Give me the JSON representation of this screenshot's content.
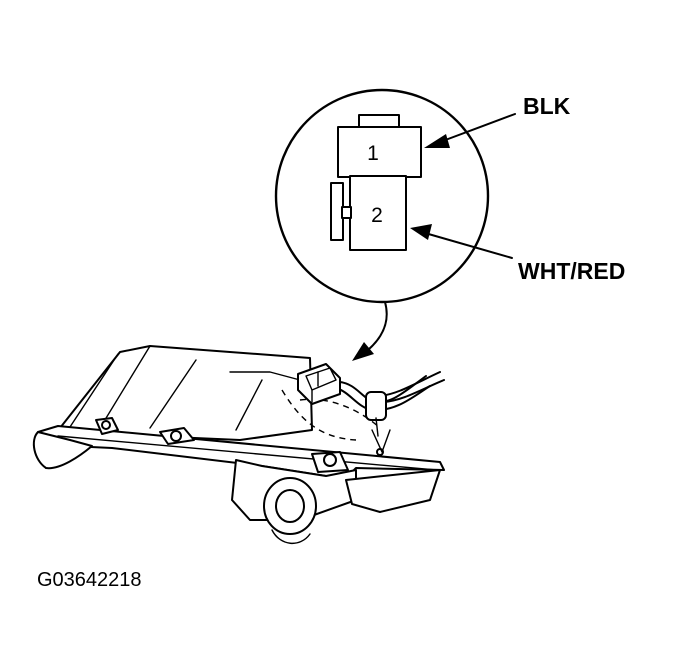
{
  "callouts": {
    "wire_top": "BLK",
    "wire_bottom": "WHT/RED"
  },
  "connector": {
    "pin_1": "1",
    "pin_2": "2"
  },
  "figure_code": "G03642218"
}
